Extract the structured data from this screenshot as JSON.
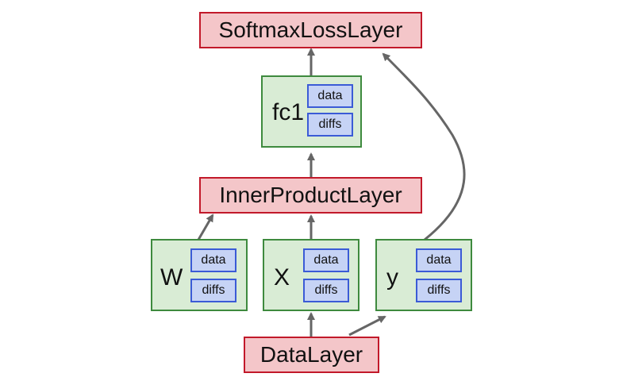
{
  "layers": {
    "softmax": "SoftmaxLossLayer",
    "inner_product": "InnerProductLayer",
    "data_layer": "DataLayer"
  },
  "blobs": {
    "fc1": {
      "name": "fc1",
      "fields": [
        "data",
        "diffs"
      ]
    },
    "w": {
      "name": "W",
      "fields": [
        "data",
        "diffs"
      ]
    },
    "x": {
      "name": "X",
      "fields": [
        "data",
        "diffs"
      ]
    },
    "y": {
      "name": "y",
      "fields": [
        "data",
        "diffs"
      ]
    }
  },
  "colors": {
    "layer_fill": "#f4c6c9",
    "layer_border": "#c2192a",
    "blob_fill": "#d9ecd5",
    "blob_border": "#3e8a3e",
    "field_fill": "#c6d3f5",
    "field_border": "#3b5bd6",
    "arrow": "#666666"
  }
}
